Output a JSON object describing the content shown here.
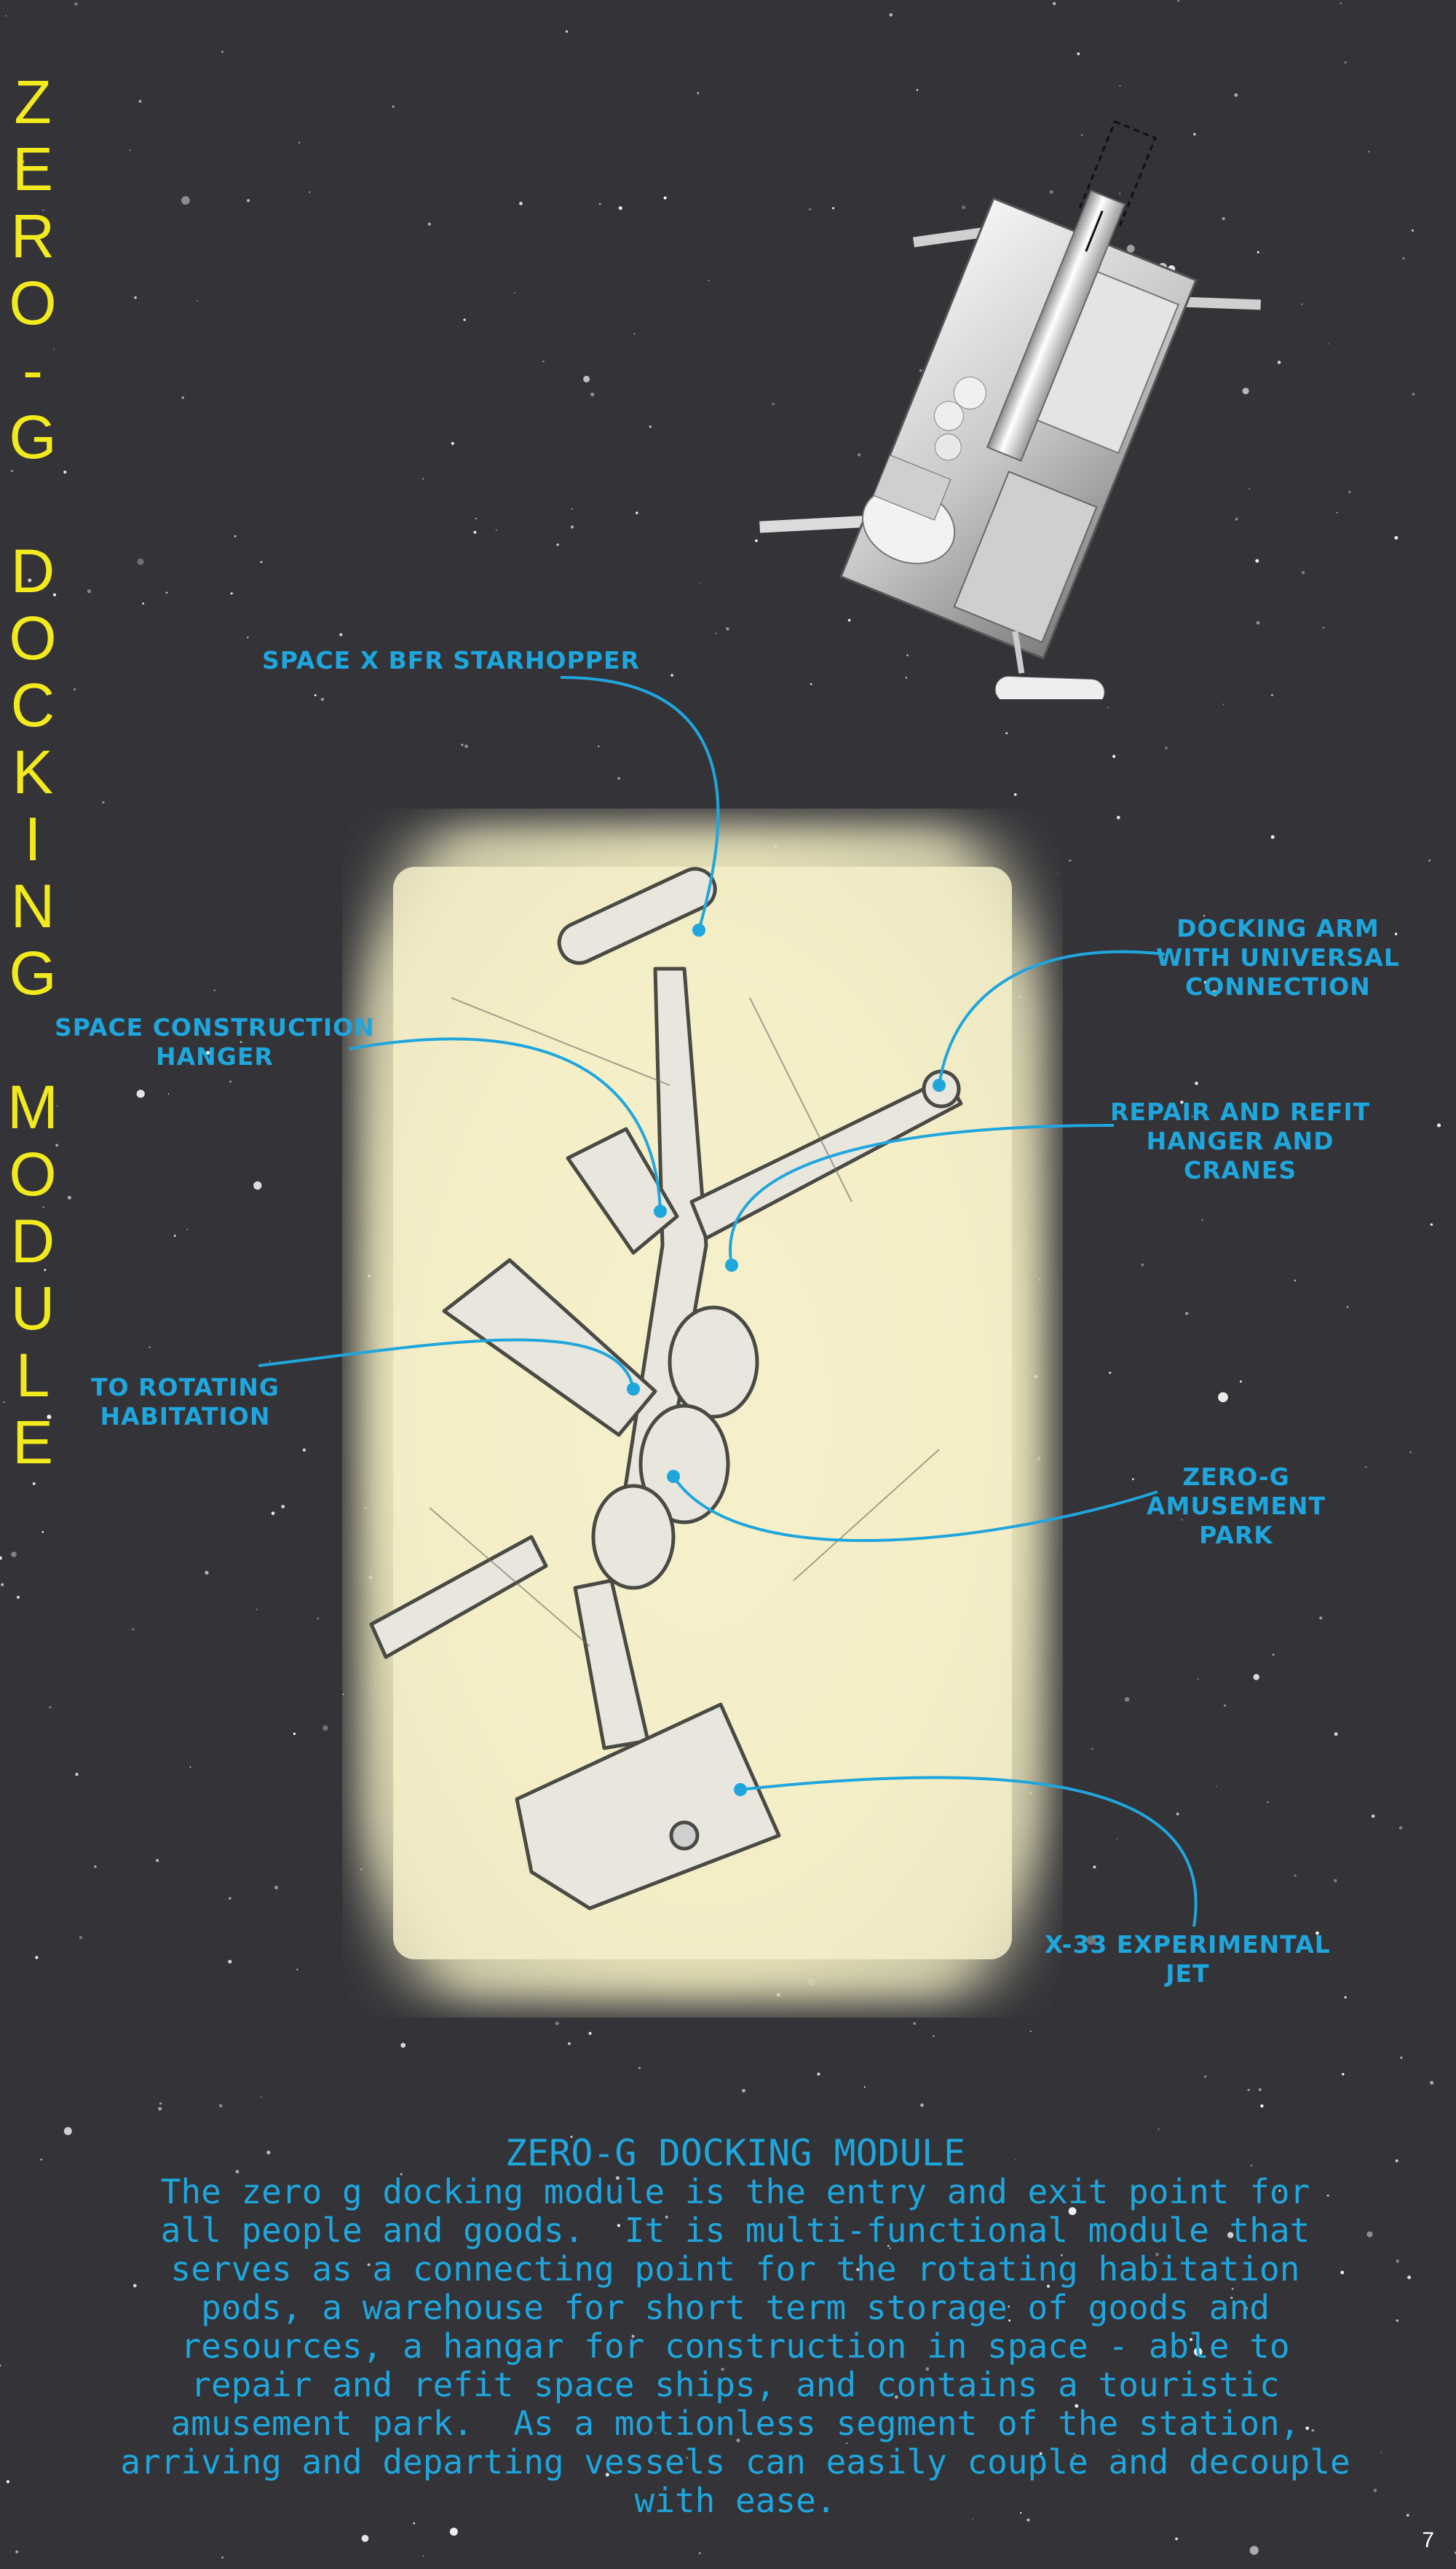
{
  "vertical_title": "ZERO-G DOCKING MODULE",
  "labels": {
    "starhopper": [
      "SPACE X BFR STARHOPPER"
    ],
    "docking_arm": [
      "DOCKING ARM",
      "WITH UNIVERSAL",
      "CONNECTION"
    ],
    "construction": [
      "SPACE CONSTRUCTION",
      "HANGER"
    ],
    "repair": [
      "REPAIR AND REFIT",
      "HANGER AND",
      "CRANES"
    ],
    "rotating": [
      "TO ROTATING",
      "HABITATION"
    ],
    "amusement": [
      "ZERO-G",
      "AMUSEMENT",
      "PARK"
    ],
    "x33": [
      "X-33 EXPERIMENTAL",
      "JET"
    ]
  },
  "description": {
    "heading": "ZERO-G DOCKING MODULE",
    "lines": [
      "The zero g docking module is the entry and exit point for",
      "all people and goods.  It is multi-functional module that",
      "serves as a connecting point for the rotating habitation",
      "pods, a warehouse for short term storage of goods and",
      "resources, a hangar for construction in space - able to",
      "repair and refit space ships, and contains a touristic",
      "amusement park.  As a motionless segment of the station,",
      "arriving and departing vessels can easily couple and decouple",
      "with ease."
    ]
  },
  "page_number": "7",
  "colors": {
    "background": "#333338",
    "title": "#f2ea1c",
    "accent": "#1fa6dd",
    "glow": "#f6f0c8"
  }
}
